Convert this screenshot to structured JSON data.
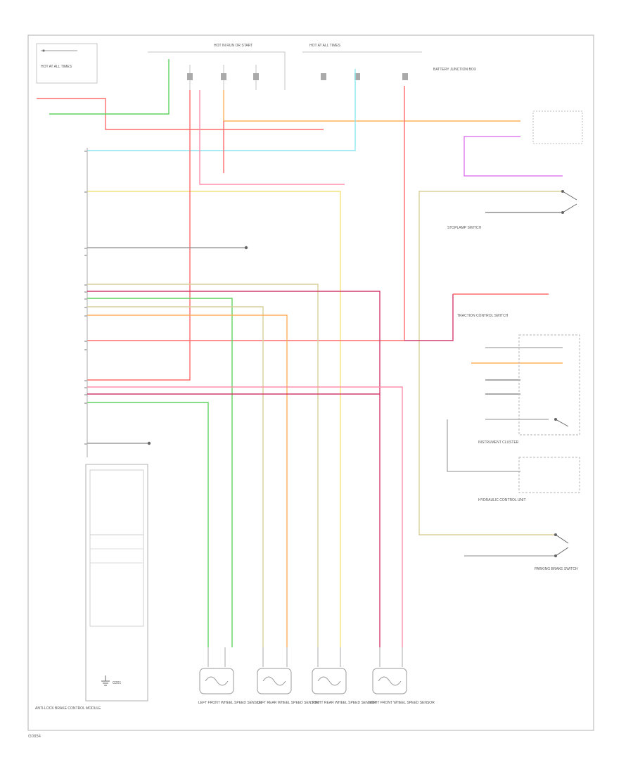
{
  "page": {
    "id": "G0854"
  },
  "colors": {
    "red": "#ff6b6b",
    "pink": "#ff8fab",
    "magenta": "#d23b6d",
    "green": "#5fd35f",
    "cyan": "#8ee6f2",
    "orange": "#ffb05c",
    "yellow": "#f5e47a",
    "tan": "#d8cf9a",
    "violet": "#e07cf0",
    "gray": "#8c8c8c",
    "dark": "#444444"
  },
  "labels": {
    "top_left_box": "HOT AT ALL TIMES",
    "top_fuse_group_1": "HOT IN RUN OR START",
    "top_fuse_group_2": "HOT AT ALL TIMES",
    "fuse_box_note": "BATTERY JUNCTION BOX",
    "module": "ANTI-LOCK BRAKE CONTROL MODULE",
    "left_front_sensor": "LEFT FRONT WHEEL SPEED SENSOR",
    "left_rear_sensor": "LEFT REAR WHEEL SPEED SENSOR",
    "right_rear_sensor": "RIGHT REAR WHEEL SPEED SENSOR",
    "right_front_sensor": "RIGHT FRONT WHEEL SPEED SENSOR",
    "traction_switch": "TRACTION CONTROL SWITCH",
    "instrument_cluster": "INSTRUMENT CLUSTER",
    "brake_switch": "STOPLAMP SWITCH",
    "park_brake": "PARKING BRAKE SWITCH",
    "hydraulic_unit": "HYDRAULIC CONTROL UNIT",
    "ground": "G201"
  }
}
